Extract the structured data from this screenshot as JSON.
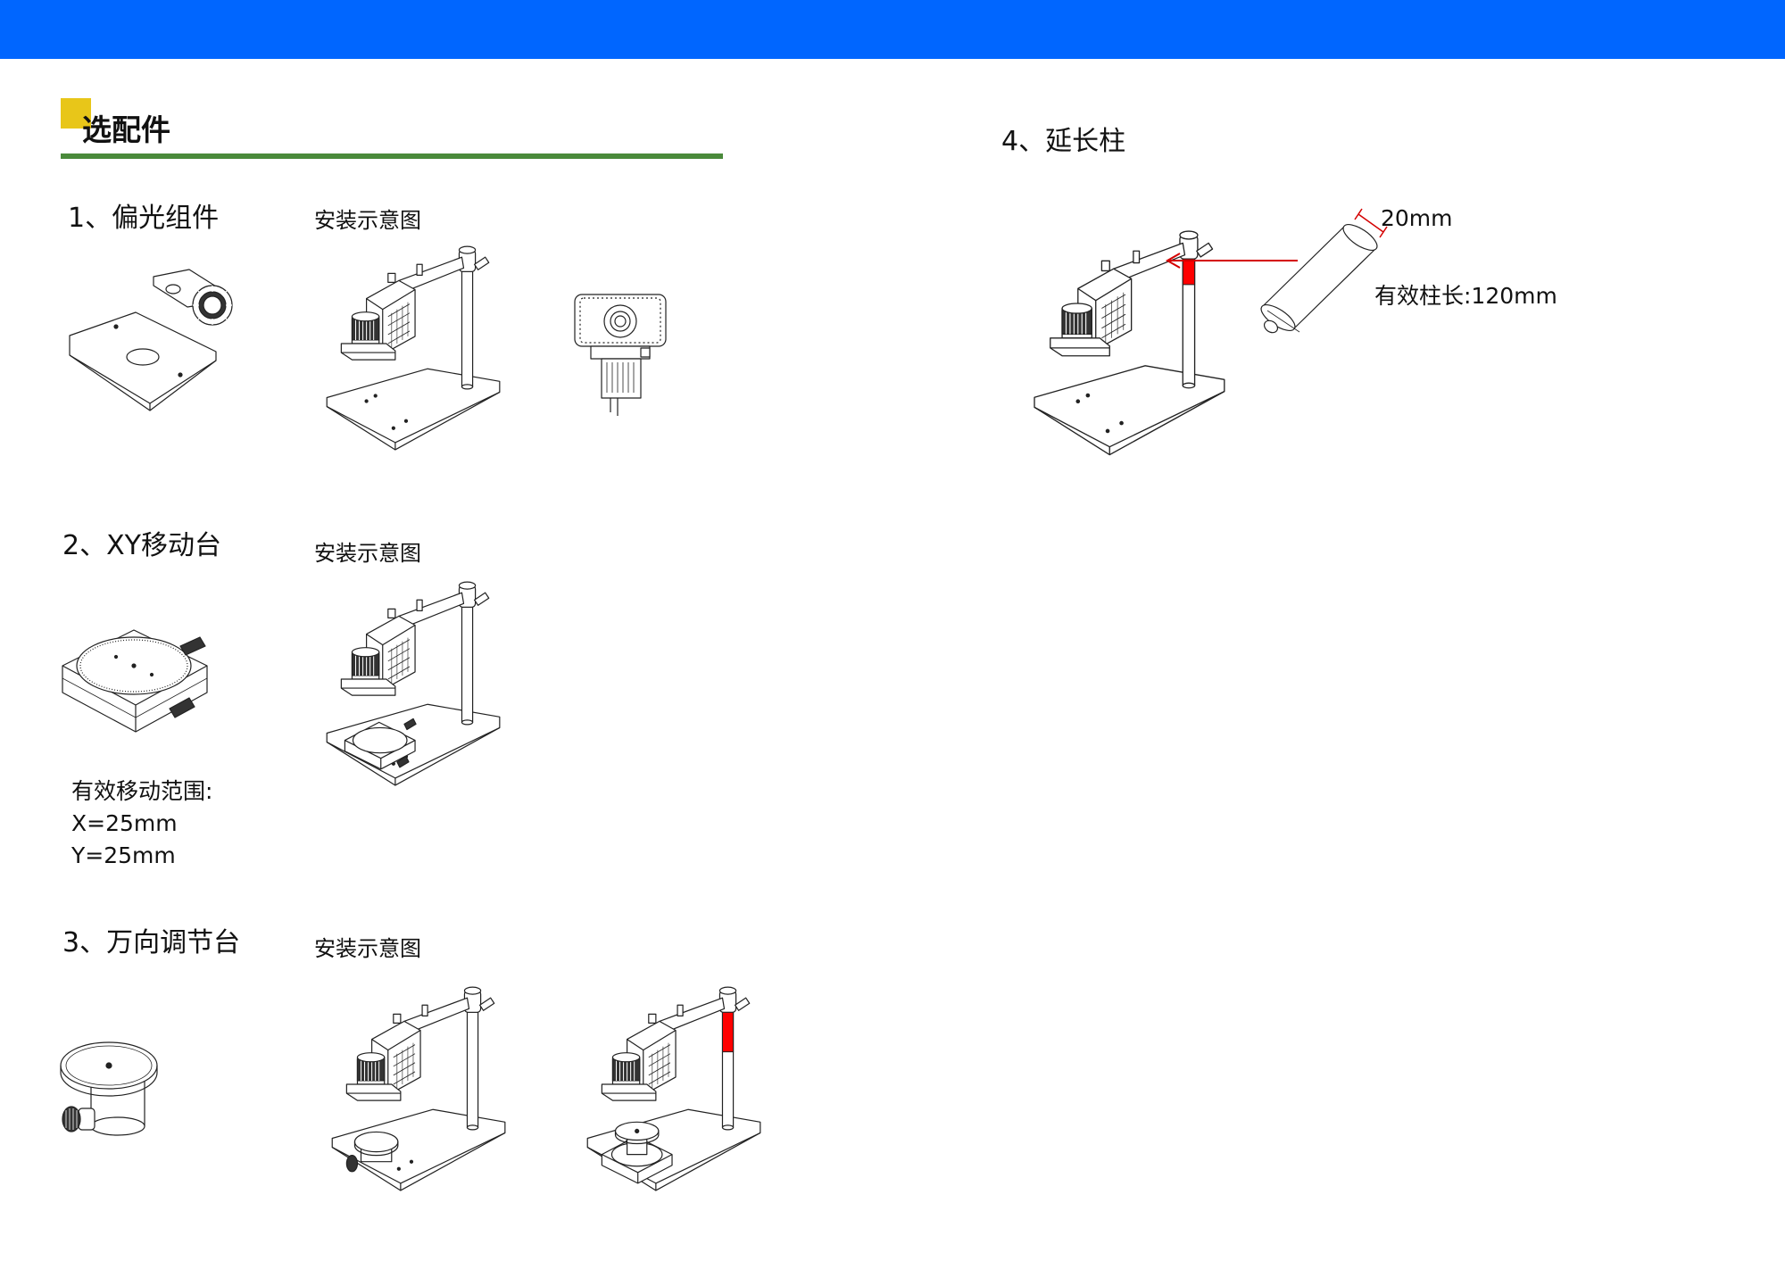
{
  "page": {
    "title": "选配件",
    "colors": {
      "top_bar": "#0066ff",
      "title_marker": "#e8c619",
      "title_rule": "#4a8a3b",
      "highlight": "#ff0000"
    }
  },
  "sections": [
    {
      "heading": "1、偏光组件",
      "caption": "安装示意图"
    },
    {
      "heading": "2、XY移动台",
      "caption": "安装示意图",
      "notes": [
        "有效移动范围:",
        "X=25mm",
        "Y=25mm"
      ]
    },
    {
      "heading": "3、万向调节台",
      "caption": "安装示意图"
    },
    {
      "heading": "4、延长柱",
      "dim_diameter": "20mm",
      "dim_length": "有效柱长:120mm"
    }
  ]
}
